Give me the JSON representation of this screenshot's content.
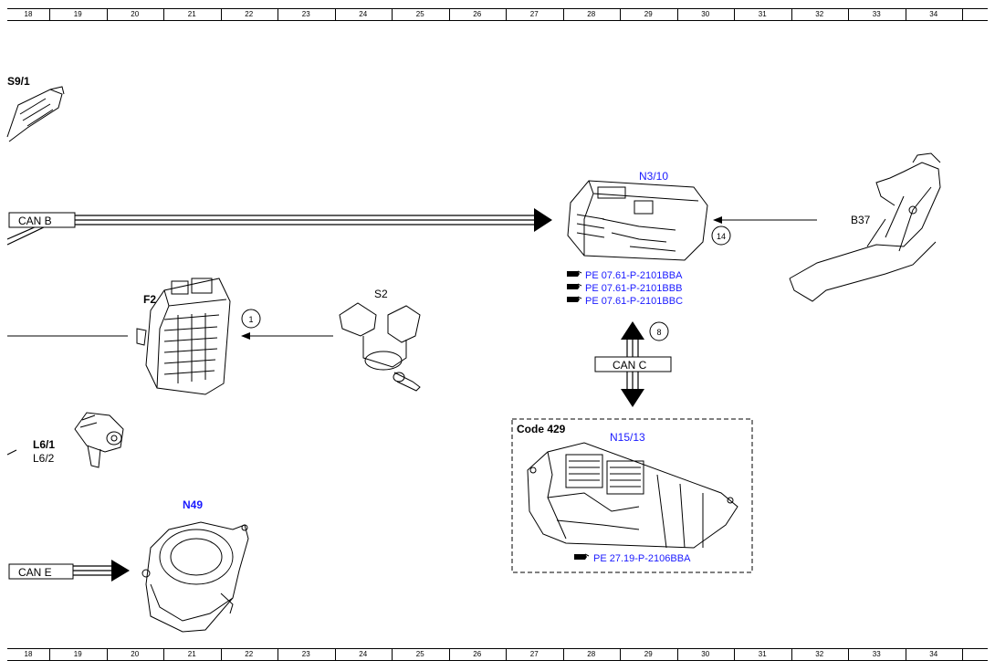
{
  "ruler": {
    "columns": [
      "18",
      "19",
      "20",
      "21",
      "22",
      "23",
      "24",
      "25",
      "26",
      "27",
      "28",
      "29",
      "30",
      "31",
      "32",
      "33",
      "34"
    ]
  },
  "components": {
    "s9_1": "S9/1",
    "n3_10": "N3/10",
    "b37": "B37",
    "f2": "F2",
    "s2": "S2",
    "l6_1": "L6/1",
    "l6_2": "L6/2",
    "n49": "N49",
    "n15_13": "N15/13"
  },
  "buses": {
    "can_b": "CAN B",
    "can_c": "CAN C",
    "can_e": "CAN E"
  },
  "signals": {
    "s1": "1",
    "s8": "8",
    "s14": "14"
  },
  "references": {
    "n3_10": [
      "PE 07.61-P-2101BBA",
      "PE 07.61-P-2101BBB",
      "PE 07.61-P-2101BBC"
    ],
    "n15_13": "PE 27.19-P-2106BBA"
  },
  "code_box": {
    "label": "Code 429"
  },
  "colors": {
    "component_label": "#1a1aff",
    "line": "#000000"
  }
}
